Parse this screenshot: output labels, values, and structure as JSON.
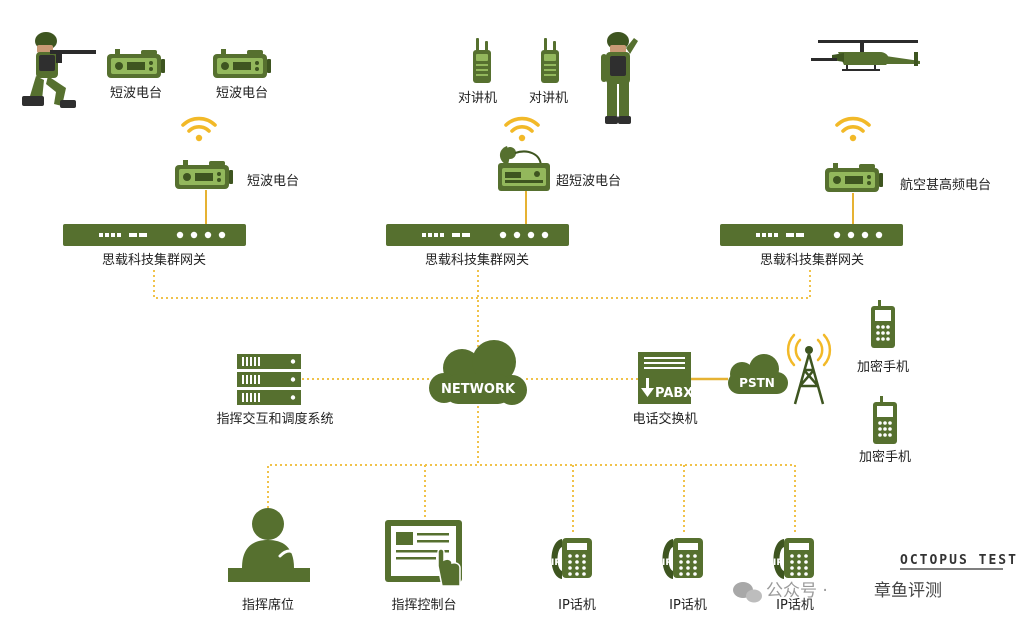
{
  "colors": {
    "olive": "#56702f",
    "olive_dark": "#3e5520",
    "olive_light": "#93b85c",
    "link_dotted": "#f0c24a",
    "link_solid": "#e6b233",
    "wifi": "#f2b928"
  },
  "top": {
    "left": {
      "radio_1": "短波电台",
      "radio_2": "短波电台",
      "station": "短波电台",
      "gateway": "思载科技集群网关"
    },
    "center": {
      "walkie_1": "对讲机",
      "walkie_2": "对讲机",
      "station": "超短波电台",
      "gateway": "思载科技集群网关"
    },
    "right": {
      "station": "航空甚高频电台",
      "gateway": "思载科技集群网关"
    }
  },
  "middle": {
    "network": "NETWORK",
    "server": "指挥交互和调度系统",
    "pabx_text": "PABX",
    "pabx_label": "电话交换机",
    "pstn": "PSTN",
    "mobile_1": "加密手机",
    "mobile_2": "加密手机"
  },
  "bottom": {
    "seat": "指挥席位",
    "console": "指挥控制台",
    "ip_phone_1": "IP话机",
    "ip_phone_2": "IP话机",
    "ip_phone_3": "IP话机",
    "ip_badge": "IP"
  },
  "watermark": {
    "brand_en": "OCTOPUS TEST",
    "account": "公众号 · ",
    "account_name": "章鱼评测"
  },
  "icons": [
    "soldier-aiming-icon",
    "soldier-saluting-icon",
    "helicopter-icon",
    "wifi-icon",
    "radio-icon",
    "walkie-talkie-icon",
    "gateway-icon",
    "cloud-icon",
    "server-icon",
    "pabx-icon",
    "tower-icon",
    "mobile-phone-icon",
    "operator-icon",
    "touch-console-icon",
    "ip-phone-icon",
    "wechat-icon"
  ]
}
